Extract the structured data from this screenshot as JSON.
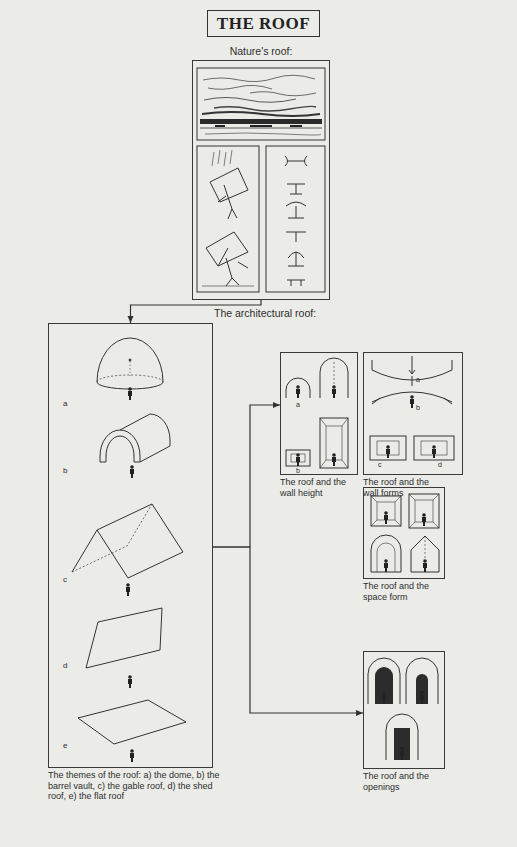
{
  "diagram": {
    "title": "THE ROOF",
    "nodes": [
      {
        "text": [
          "Nature's roof:"
        ]
      },
      {
        "text": [
          "The themes of the roof: a) the dome, b) the barrel vault, c) the gable roof, d) the shed roof, e) the flat roof"
        ]
      },
      {
        "text": [
          "The roof and the wall height"
        ]
      },
      {
        "text": [
          "The roof and the wall forms"
        ]
      },
      {
        "text": [
          "The roof and the space form"
        ]
      },
      {
        "text": [
          "The roof and the openings"
        ]
      }
    ],
    "edges": [
      {
        "from": 0,
        "to": 1,
        "arrow": "to"
      },
      {
        "from": 1,
        "to": 2,
        "arrow": "to"
      },
      {
        "from": 1,
        "to": 5,
        "arrow": "to"
      }
    ],
    "labels": [
      "The architectural roof:",
      "a",
      "b",
      "c",
      "d",
      "e",
      "a",
      "b",
      "a",
      "b",
      "c",
      "d"
    ]
  }
}
